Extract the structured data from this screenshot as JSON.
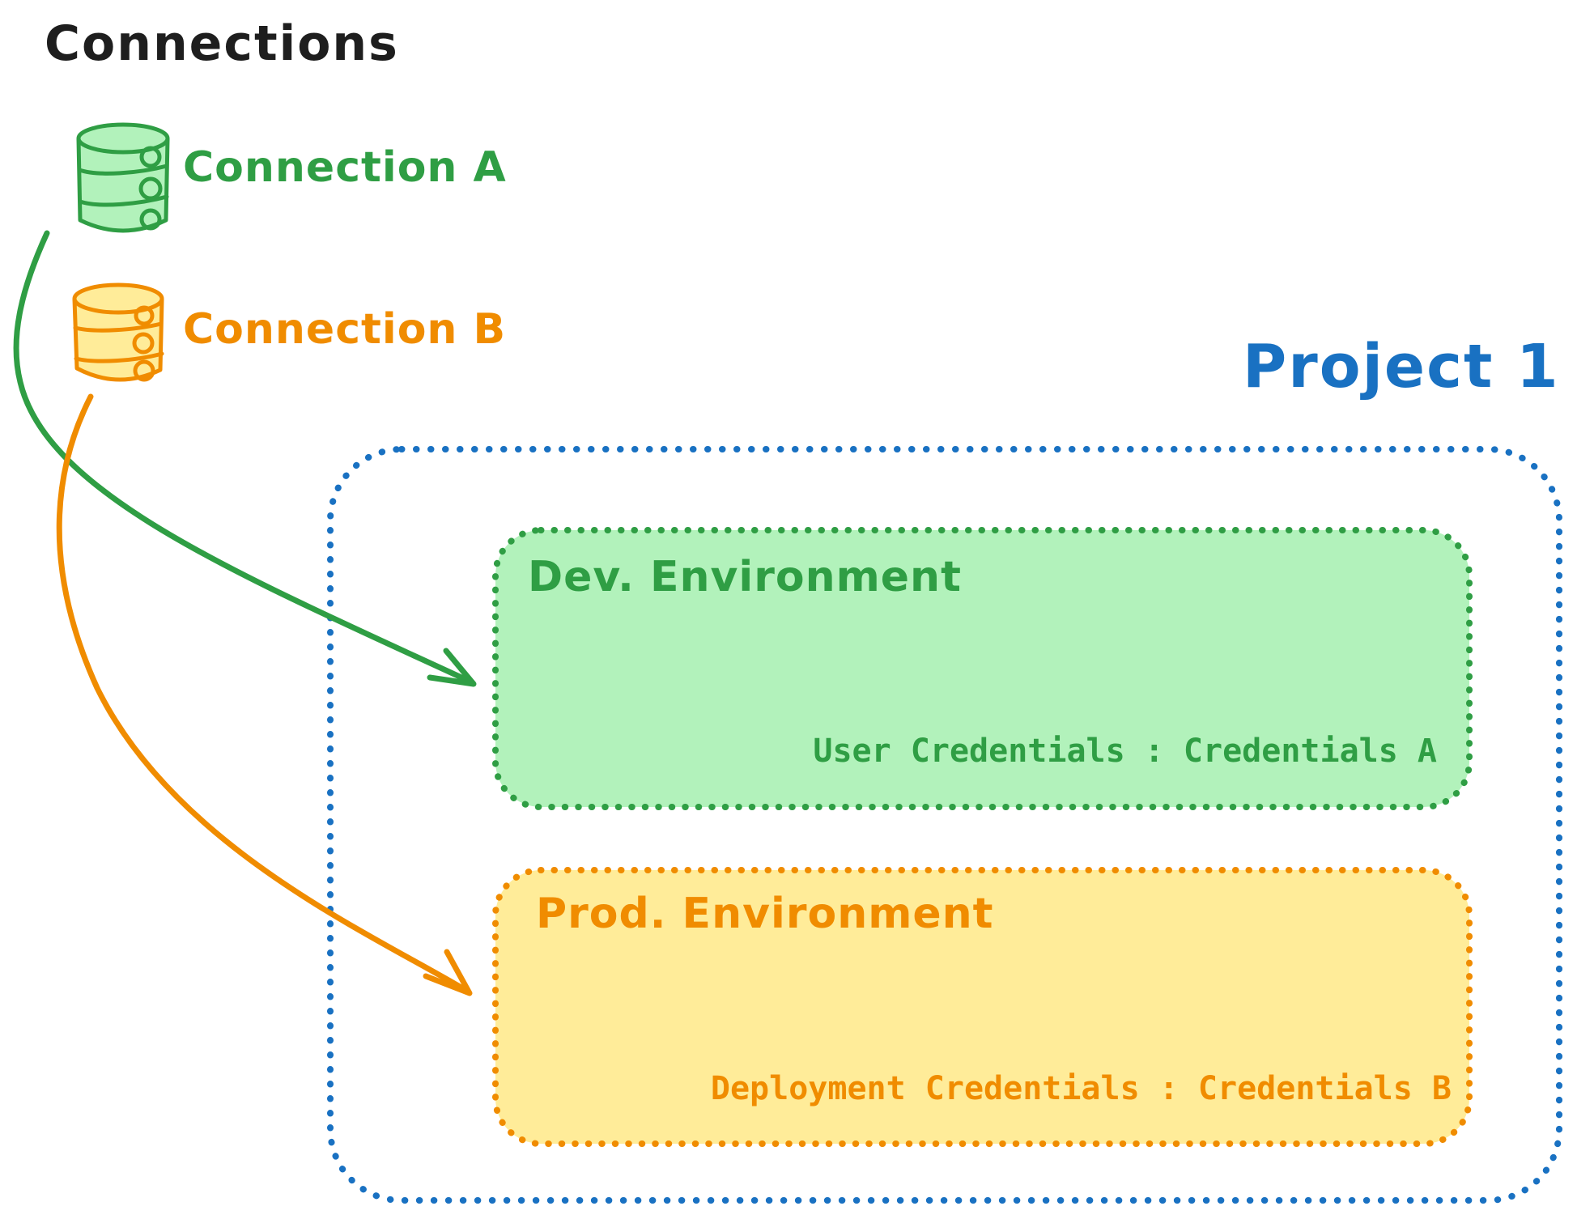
{
  "diagram": {
    "title": "Connections",
    "ink_color": "#1e1e1e",
    "connections": [
      {
        "label": "Connection A",
        "stroke": "#2f9e44",
        "fill": "#b2f2bb"
      },
      {
        "label": "Connection B",
        "stroke": "#f08c00",
        "fill": "#ffec99"
      }
    ],
    "project": {
      "label": "Project 1",
      "stroke": "#1971c2",
      "environments": [
        {
          "name": "Dev. Environment",
          "credentials_text": "User Credentials : Credentials A",
          "stroke": "#2f9e44",
          "fill": "#b2f2bb"
        },
        {
          "name": "Prod. Environment",
          "credentials_text": "Deployment Credentials : Credentials B",
          "stroke": "#f08c00",
          "fill": "#ffec99"
        }
      ]
    }
  }
}
